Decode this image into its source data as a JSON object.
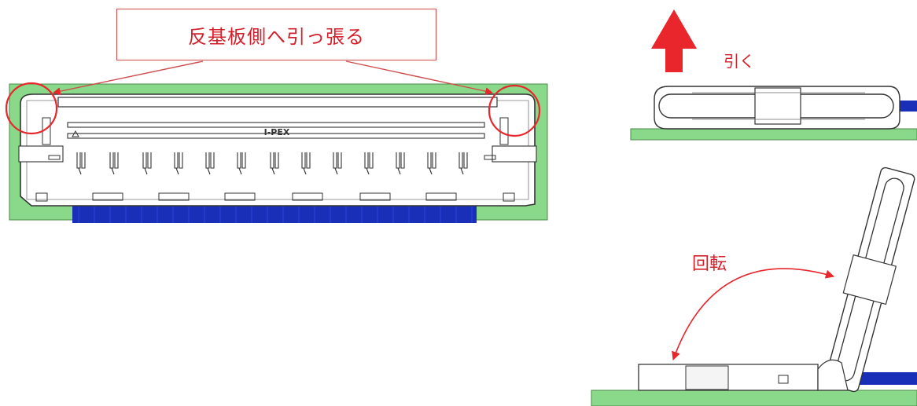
{
  "callout": {
    "text": "反基板側へ引っ張る"
  },
  "connector": {
    "brand": "I-PEX"
  },
  "labels": {
    "pull": "引く",
    "rotate": "回転"
  },
  "colors": {
    "accent": "#e8262b",
    "board": "#8ad98a",
    "cable": "#1a2fb8",
    "outline": "#333333",
    "callout_border": "#d04a4a"
  }
}
